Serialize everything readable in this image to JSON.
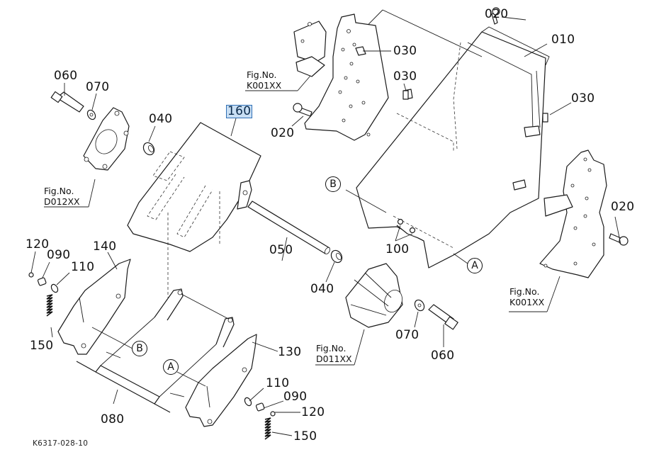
{
  "drawing": {
    "id": "K6317-028-10",
    "selected_part": "160",
    "highlight_color": "#c9dff4",
    "highlight_border": "#2f6fb5"
  },
  "callouts": [
    {
      "key": "c010",
      "label": "010",
      "part": "chute"
    },
    {
      "key": "c020a",
      "label": "020",
      "part": "bolt"
    },
    {
      "key": "c020b",
      "label": "020",
      "part": "bolt"
    },
    {
      "key": "c020c",
      "label": "020",
      "part": "bolt"
    },
    {
      "key": "c030a",
      "label": "030",
      "part": "clip-nut"
    },
    {
      "key": "c030b",
      "label": "030",
      "part": "clip-nut"
    },
    {
      "key": "c030c",
      "label": "030",
      "part": "clip-nut"
    },
    {
      "key": "c040a",
      "label": "040",
      "part": "bushing"
    },
    {
      "key": "c040b",
      "label": "040",
      "part": "bushing"
    },
    {
      "key": "c050",
      "label": "050",
      "part": "shaft"
    },
    {
      "key": "c060a",
      "label": "060",
      "part": "bolt"
    },
    {
      "key": "c060b",
      "label": "060",
      "part": "bolt"
    },
    {
      "key": "c070a",
      "label": "070",
      "part": "washer"
    },
    {
      "key": "c070b",
      "label": "070",
      "part": "washer"
    },
    {
      "key": "c080",
      "label": "080",
      "part": "linkage-rod"
    },
    {
      "key": "c090a",
      "label": "090",
      "part": "collar"
    },
    {
      "key": "c090b",
      "label": "090",
      "part": "collar"
    },
    {
      "key": "c100",
      "label": "100",
      "part": "pin"
    },
    {
      "key": "c110a",
      "label": "110",
      "part": "washer"
    },
    {
      "key": "c110b",
      "label": "110",
      "part": "washer"
    },
    {
      "key": "c120a",
      "label": "120",
      "part": "clip"
    },
    {
      "key": "c120b",
      "label": "120",
      "part": "clip"
    },
    {
      "key": "c130",
      "label": "130",
      "part": "lever-right"
    },
    {
      "key": "c140",
      "label": "140",
      "part": "lever-left"
    },
    {
      "key": "c150a",
      "label": "150",
      "part": "spring"
    },
    {
      "key": "c150b",
      "label": "150",
      "part": "spring"
    },
    {
      "key": "c160",
      "label": "160",
      "part": "deflector-plate"
    }
  ],
  "figure_refs": [
    {
      "key": "f_d012",
      "line1": "Fig.No.",
      "line2": "D012XX"
    },
    {
      "key": "f_k001a",
      "line1": "Fig.No.",
      "line2": "K001XX"
    },
    {
      "key": "f_k001b",
      "line1": "Fig.No.",
      "line2": "K001XX"
    },
    {
      "key": "f_d011",
      "line1": "Fig.No.",
      "line2": "D011XX"
    }
  ],
  "reference_marks": [
    {
      "key": "rA1",
      "label": "A"
    },
    {
      "key": "rA2",
      "label": "A"
    },
    {
      "key": "rB1",
      "label": "B"
    },
    {
      "key": "rB2",
      "label": "B"
    }
  ]
}
